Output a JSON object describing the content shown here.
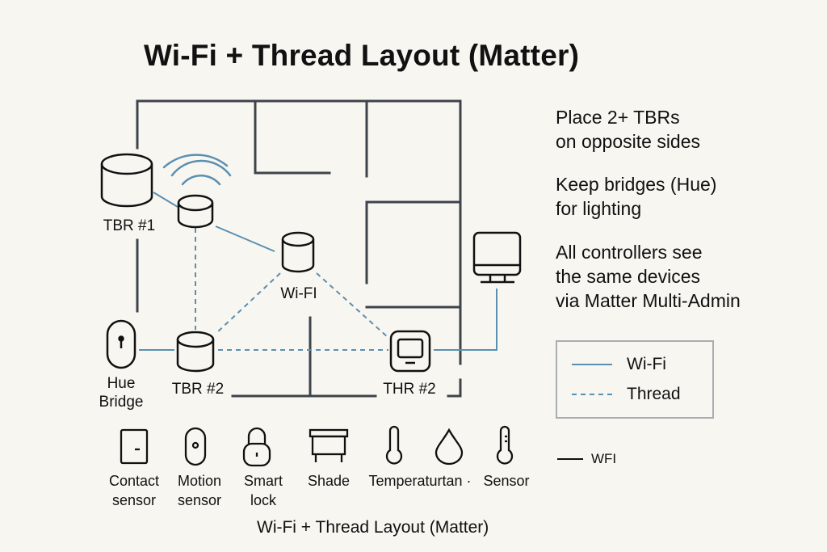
{
  "title": "Wi-Fi + Thread Layout (Matter)",
  "nodes": {
    "tbr1": "TBR #1",
    "wifi": "Wi-FI",
    "hue_line1": "Hue",
    "hue_line2": "Bridge",
    "tbr2": "TBR #2",
    "thr2": "THR #2"
  },
  "notes": [
    {
      "line1": "Place 2+ TBRs",
      "line2": "on opposite sides"
    },
    {
      "line1": "Keep bridges (Hue)",
      "line2": "for lighting"
    },
    {
      "line1": "All controllers see",
      "line2": "the same devices",
      "line3": "via Matter Multi-Admin"
    }
  ],
  "legend": {
    "items": [
      {
        "label": "Wi-Fi",
        "style": "solid",
        "color": "#5a8fb0"
      },
      {
        "label": "Thread",
        "style": "dashed",
        "color": "#5a8fb0"
      }
    ]
  },
  "secondary_legend": {
    "label": "WFI"
  },
  "devices": [
    {
      "line1": "Contact",
      "line2": "sensor",
      "icon": "contact-sensor-icon"
    },
    {
      "line1": "Motion",
      "line2": "sensor",
      "icon": "motion-sensor-icon"
    },
    {
      "line1": "Smart",
      "line2": "lock",
      "icon": "smart-lock-icon"
    },
    {
      "line1": "Shade",
      "line2": "",
      "icon": "shade-icon"
    },
    {
      "line1": "Temperaturtan ·",
      "line2": "",
      "icon": "thermometer-icon"
    },
    {
      "line1": "",
      "line2": "",
      "icon": "water-drop-icon"
    },
    {
      "line1": "Sensor",
      "line2": "",
      "icon": "thermometer-sensor-icon"
    }
  ],
  "footer": "Wi-Fi + Thread Layout (Matter)",
  "colors": {
    "wall": "#3d444b",
    "link": "#5a8fb0",
    "background": "#f8f6f1"
  }
}
